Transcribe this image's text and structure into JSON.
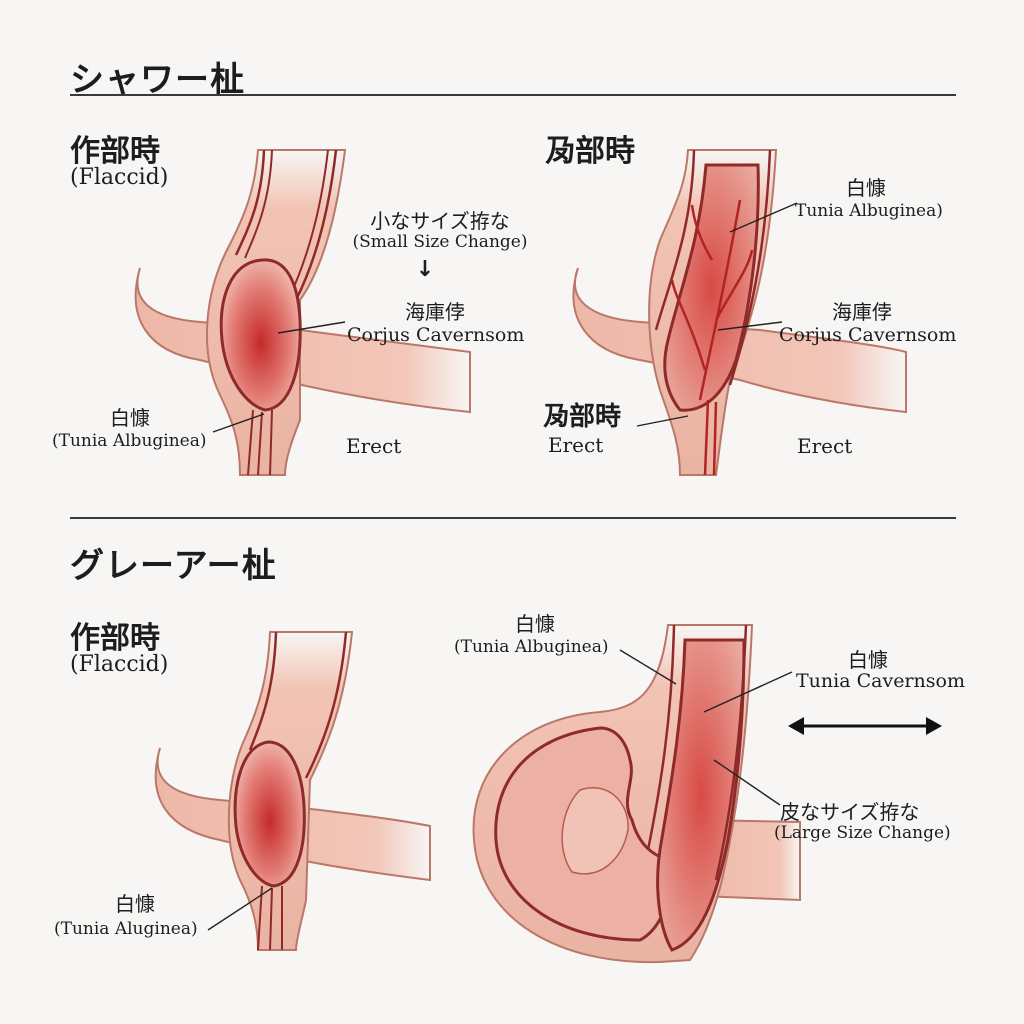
{
  "sections": [
    {
      "title": "シャワー杫",
      "left": {
        "state_jp": "作部時",
        "state_en": "(Flaccid)",
        "change_jp": "小なサイズ拵な",
        "change_en": "(Small Size Change)",
        "arrow": "↓",
        "cc_jp": "海庫侼",
        "cc_en": "Corjus Cavernsom",
        "ta_jp": "白慷",
        "ta_en": "(Tunia Albuginea)",
        "erect": "Erect"
      },
      "right": {
        "state_jp": "夃部時",
        "ta_jp": "白慷",
        "ta_en": "Tunia Albuginea)",
        "cc_jp": "海庫侼",
        "cc_en": "Corjus Cavernsom",
        "lower_jp": "夃部時",
        "lower_en": "Erect",
        "erect": "Erect"
      }
    },
    {
      "title": "グレーアー杫",
      "left": {
        "state_jp": "作部時",
        "state_en": "(Flaccid)",
        "ta_jp": "白慷",
        "ta_en": "(Tunia Aluginea)"
      },
      "right": {
        "ta_jp": "白慷",
        "ta_en": "(Tunia Albuginea)",
        "tc_jp": "白慷",
        "tc_en": "Tunia Cavernsom",
        "change_jp": "皮なサイズ拵な",
        "change_en": "(Large Size Change)"
      }
    }
  ],
  "colors": {
    "background": "#f7f6f4",
    "skin": "#f3c7b9",
    "tunica": "#8e2a2a",
    "tissue": "#d23a3a",
    "rule": "#3a3a3a"
  }
}
